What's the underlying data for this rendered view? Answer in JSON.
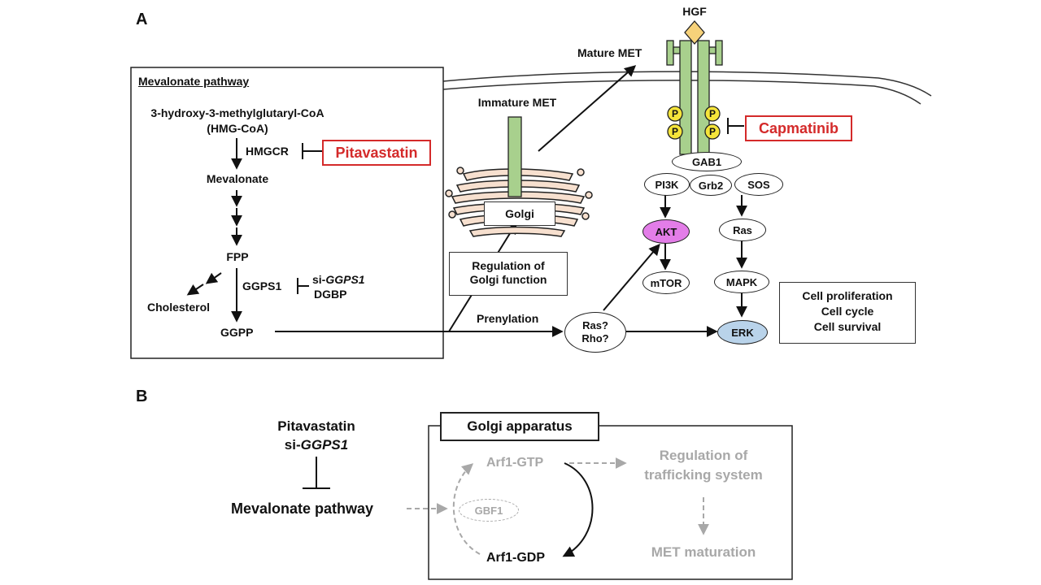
{
  "panel_a": {
    "letter": "A",
    "mevalonate": {
      "title": "Mevalonate pathway",
      "hmgcoa_line1": "3-hydroxy-3-methylglutaryl-CoA",
      "hmgcoa_line2": "(HMG-CoA)",
      "hmgcr": "HMGCR",
      "pitavastatin": "Pitavastatin",
      "mevalonate": "Mevalonate",
      "fpp": "FPP",
      "ggps1": "GGPS1",
      "si_prefix": "si-",
      "si_gene": "GGPS1",
      "dgbp": "DGBP",
      "cholesterol": "Cholesterol",
      "ggpp": "GGPP"
    },
    "golgi": {
      "immature_met": "Immature MET",
      "label": "Golgi",
      "regulation_line1": "Regulation of",
      "regulation_line2": "Golgi function"
    },
    "mature_met": "Mature MET",
    "hgf": "HGF",
    "phospho": "P",
    "capmatinib": "Capmatinib",
    "signaling": {
      "gab1": "GAB1",
      "pi3k": "PI3K",
      "grb2": "Grb2",
      "sos": "SOS",
      "akt": "AKT",
      "mtor": "mTOR",
      "ras": "Ras",
      "mapk": "MAPK",
      "erk": "ERK",
      "ras_q": "Ras?",
      "rho_q": "Rho?",
      "prenylation": "Prenylation"
    },
    "outcomes": [
      "Cell proliferation",
      "Cell cycle",
      "Cell survival"
    ],
    "colors": {
      "akt": "#e37de8",
      "erk": "#b9d3ea",
      "met": "#a8d08d",
      "p_circle": "#f5e43a",
      "hgf": "#f7d27a",
      "golgi": "#f7e0cf",
      "inhibitor": "#d42a2a"
    }
  },
  "panel_b": {
    "letter": "B",
    "pitavastatin": "Pitavastatin",
    "si_prefix": "si-",
    "si_gene": "GGPS1",
    "mevalonate_pathway": "Mevalonate pathway",
    "golgi_apparatus": "Golgi apparatus",
    "arf1_gtp": "Arf1-GTP",
    "gbf1": "GBF1",
    "arf1_gdp": "Arf1-GDP",
    "regulation_line1": "Regulation of",
    "regulation_line2": "trafficking system",
    "met_maturation": "MET maturation"
  }
}
